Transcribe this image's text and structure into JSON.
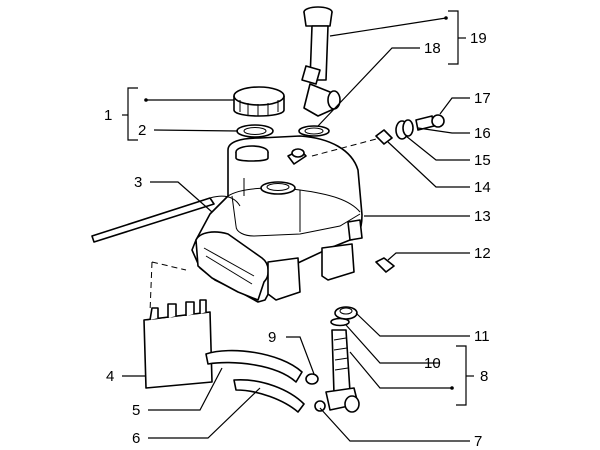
{
  "callouts": [
    {
      "id": "1",
      "text": "1"
    },
    {
      "id": "2",
      "text": "2"
    },
    {
      "id": "3",
      "text": "3"
    },
    {
      "id": "4",
      "text": "4"
    },
    {
      "id": "5",
      "text": "5"
    },
    {
      "id": "6",
      "text": "6"
    },
    {
      "id": "7",
      "text": "7"
    },
    {
      "id": "8",
      "text": "8"
    },
    {
      "id": "9",
      "text": "9"
    },
    {
      "id": "10",
      "text": "10"
    },
    {
      "id": "11",
      "text": "11"
    },
    {
      "id": "12",
      "text": "12"
    },
    {
      "id": "13",
      "text": "13"
    },
    {
      "id": "14",
      "text": "14"
    },
    {
      "id": "15",
      "text": "15"
    },
    {
      "id": "16",
      "text": "16"
    },
    {
      "id": "17",
      "text": "17"
    },
    {
      "id": "18",
      "text": "18"
    },
    {
      "id": "19",
      "text": "19"
    }
  ],
  "colors": {
    "ink": "#000000",
    "paper": "#ffffff"
  }
}
